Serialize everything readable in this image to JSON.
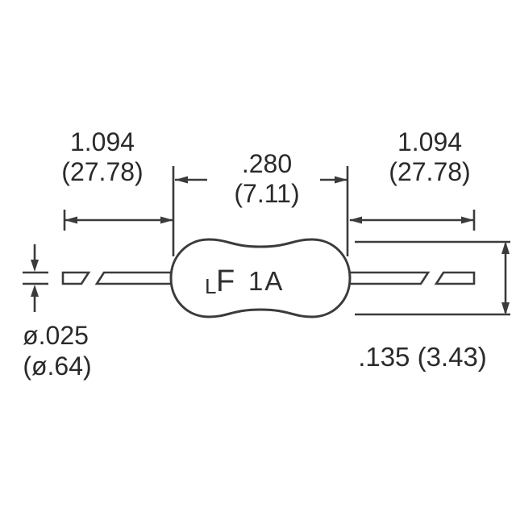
{
  "canvas": {
    "background": "#ffffff",
    "line_color": "#3b3b3b",
    "text_color": "#2a2a2a",
    "description": "axial-lead fuse dimension drawing"
  },
  "dims": {
    "left_lead": {
      "inches": "1.094",
      "metric": "(27.78)"
    },
    "body_length": {
      "inches": ".280",
      "metric": "(7.11)"
    },
    "right_lead": {
      "inches": "1.094",
      "metric": "(27.78)"
    },
    "lead_diameter": {
      "inches": "ø.025",
      "metric": "(ø.64)"
    },
    "body_diameter": {
      "combined": ".135 (3.43)"
    }
  },
  "marking": {
    "logo_l": "L",
    "logo_f": "F",
    "rating": "1A"
  }
}
